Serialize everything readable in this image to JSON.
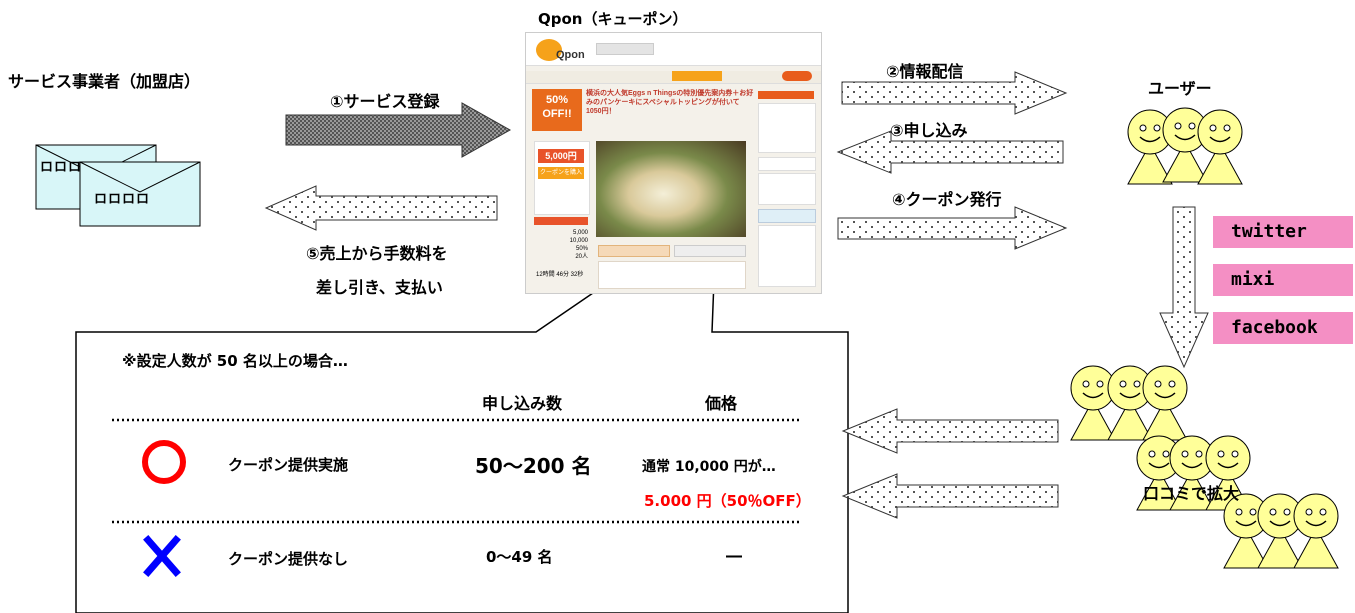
{
  "merchant": {
    "title": "サービス事業者（加盟店）",
    "card_back": "ロロロ",
    "card_front": "ロロロロ"
  },
  "qpon": {
    "title": "Qpon（キューポン）",
    "logo": "Qpon",
    "headline": "横浜の大人気Eggs n Thingsの特別優先案内券＋お好みのパンケーキにスペシャルトッピングが付いて1050円！",
    "discount": "50% OFF!!",
    "price": "5,000円",
    "buy_label": "クーポンを購入",
    "stat_values": [
      "5,000",
      "10,000",
      "50%",
      "20人"
    ],
    "timer": "12時間 46分 32秒"
  },
  "flows": {
    "step1": "①サービス登録",
    "step2": "②情報配信",
    "step3": "③申し込み",
    "step4": "④クーポン発行",
    "step5_line1": "⑤売上から手数料を",
    "step5_line2": "差し引き、支払い"
  },
  "users": {
    "title": "ユーザー",
    "word_of_mouth": "口コミで拡大"
  },
  "social": [
    "twitter",
    "mixi",
    "facebook"
  ],
  "callout": {
    "condition": "※設定人数が 50 名以上の場合…",
    "col_applications": "申し込み数",
    "col_price": "価格",
    "row1_label": "クーポン提供実施",
    "row1_count": "50～200 名",
    "row1_price_normal": "通常 10,000 円が…",
    "row1_price_discount": "5.000 円（50％OFF）",
    "row2_label": "クーポン提供なし",
    "row2_count": "0～49 名",
    "row2_price": "―"
  },
  "colors": {
    "card": "#d8f6f8",
    "face": "#ffff99",
    "tag": "#f48fc4",
    "discount": "#ff0000",
    "cross": "#0000ff"
  }
}
